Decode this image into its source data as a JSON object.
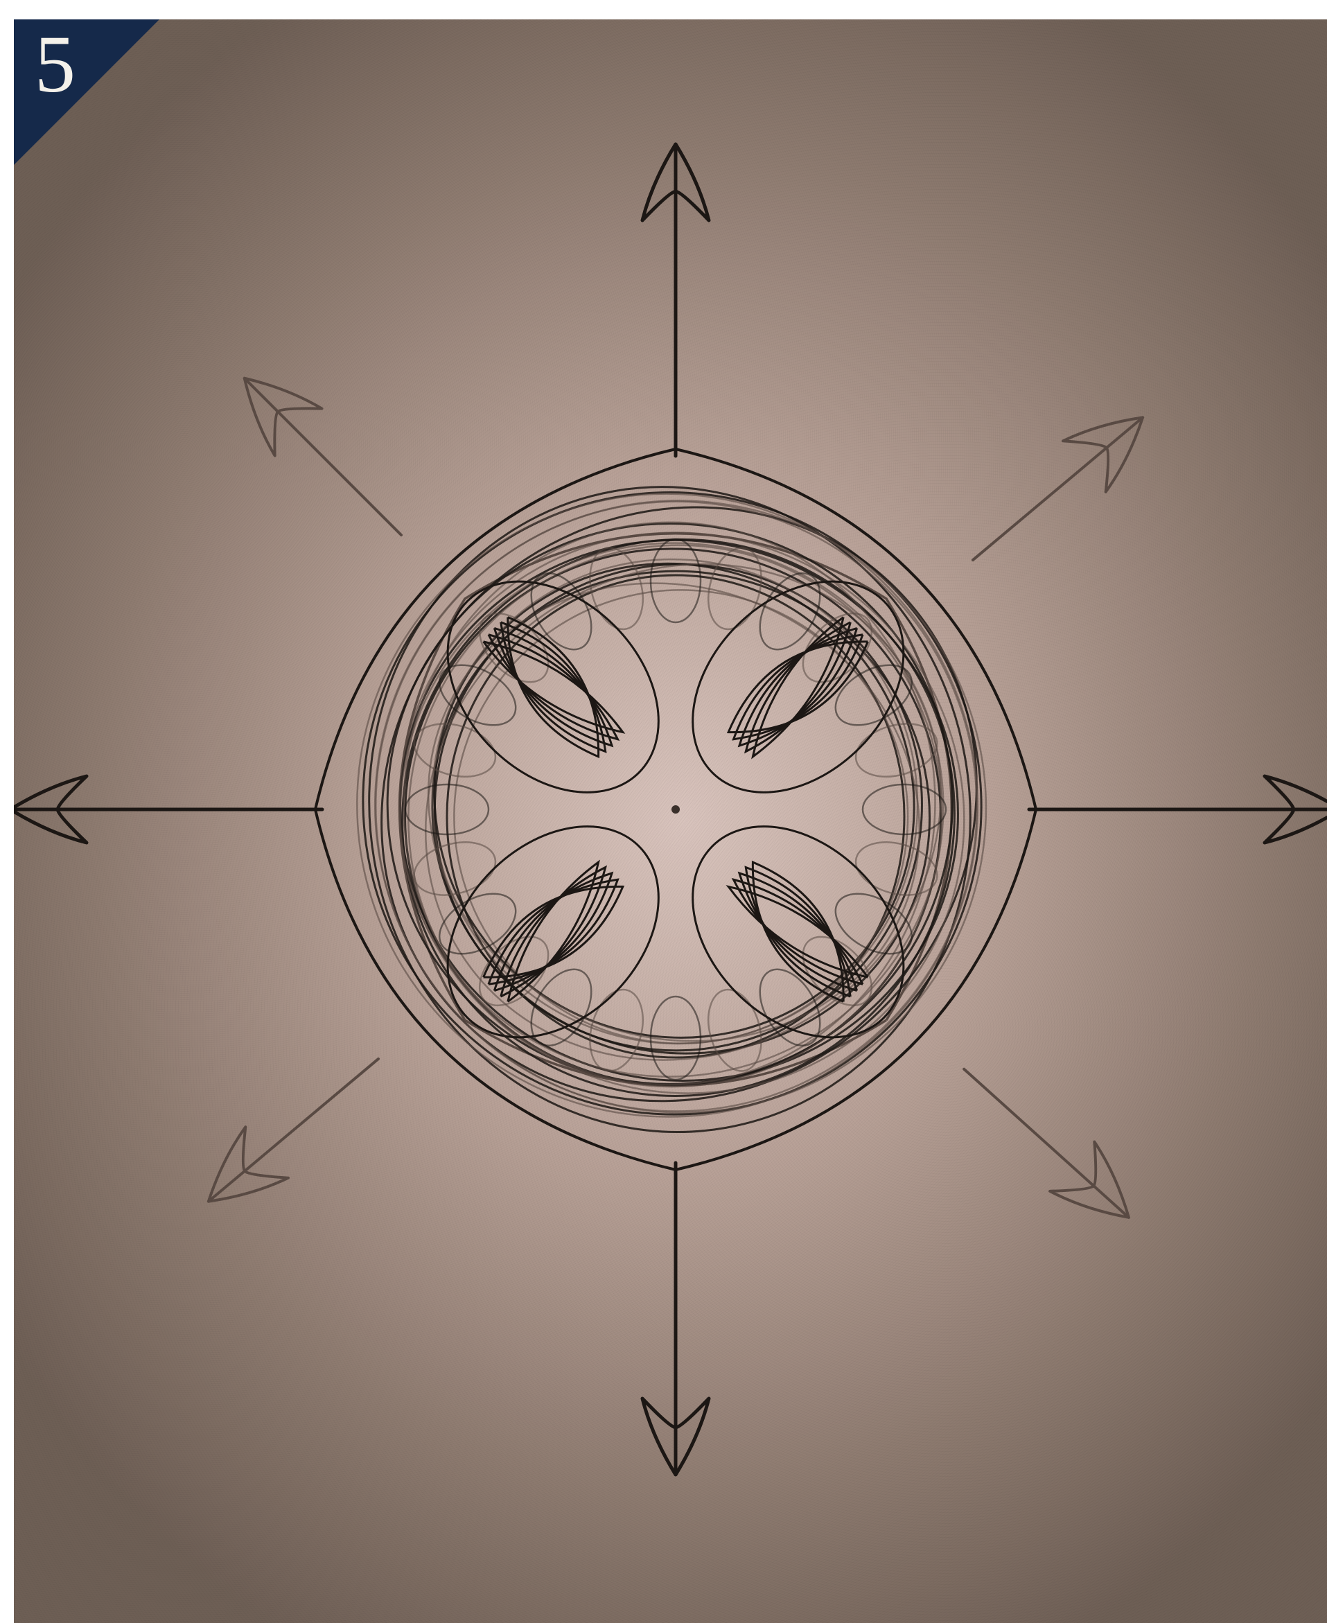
{
  "badge": {
    "number": "5",
    "color": "#15294a"
  },
  "drawing": {
    "ink_color": "#1c1714",
    "faint_ink_color": "#5a4b44",
    "arrows": [
      {
        "direction": "north",
        "strength": "dark"
      },
      {
        "direction": "north-east",
        "strength": "faint"
      },
      {
        "direction": "east",
        "strength": "dark"
      },
      {
        "direction": "south-east",
        "strength": "faint"
      },
      {
        "direction": "south",
        "strength": "dark"
      },
      {
        "direction": "south-west",
        "strength": "faint"
      },
      {
        "direction": "west",
        "strength": "dark"
      },
      {
        "direction": "north-west",
        "strength": "faint"
      }
    ]
  }
}
